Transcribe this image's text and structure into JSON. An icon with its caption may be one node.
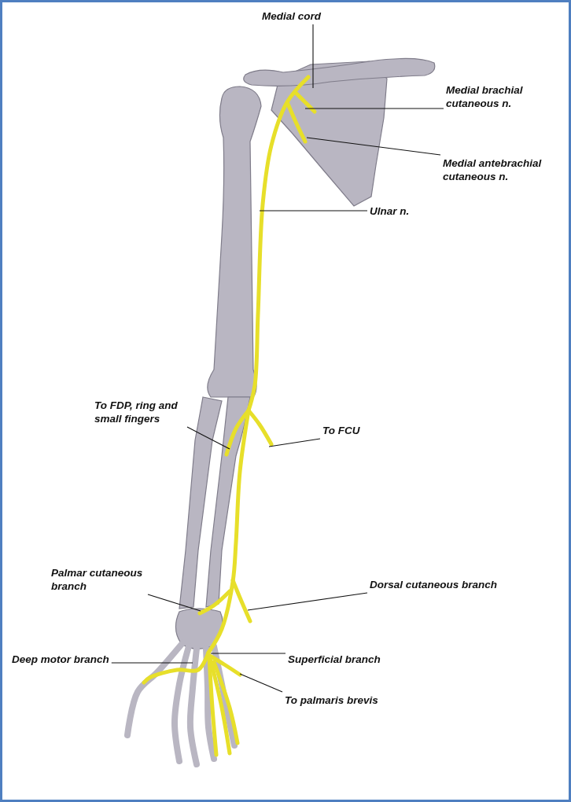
{
  "diagram": {
    "nodes": [
      {
        "text": [
          "Medial cord"
        ]
      },
      {
        "text": [
          "Medial brachial cutaneous n."
        ]
      },
      {
        "text": [
          "Medial antebrachial cutaneous n."
        ]
      },
      {
        "text": [
          "Ulnar n."
        ]
      },
      {
        "text": [
          "To FDP, ring and small fingers"
        ]
      },
      {
        "text": [
          "To FCU"
        ]
      },
      {
        "text": [
          "Palmar cutaneous branch"
        ]
      },
      {
        "text": [
          "Dorsal cutaneous branch"
        ]
      },
      {
        "text": [
          "Deep motor branch"
        ]
      },
      {
        "text": [
          "Superficial branch"
        ]
      },
      {
        "text": [
          "To palmaris brevis"
        ]
      }
    ],
    "edges": [
      {
        "from": 0,
        "to": null,
        "arrow": "none"
      },
      {
        "from": 1,
        "to": null,
        "arrow": "none"
      },
      {
        "from": 2,
        "to": null,
        "arrow": "none"
      },
      {
        "from": 3,
        "to": null,
        "arrow": "none"
      },
      {
        "from": 4,
        "to": null,
        "arrow": "none"
      },
      {
        "from": 5,
        "to": null,
        "arrow": "none"
      },
      {
        "from": 6,
        "to": null,
        "arrow": "none"
      },
      {
        "from": 7,
        "to": null,
        "arrow": "none"
      },
      {
        "from": 8,
        "to": null,
        "arrow": "none"
      },
      {
        "from": 9,
        "to": null,
        "arrow": "none"
      },
      {
        "from": 10,
        "to": null,
        "arrow": "none"
      }
    ]
  }
}
